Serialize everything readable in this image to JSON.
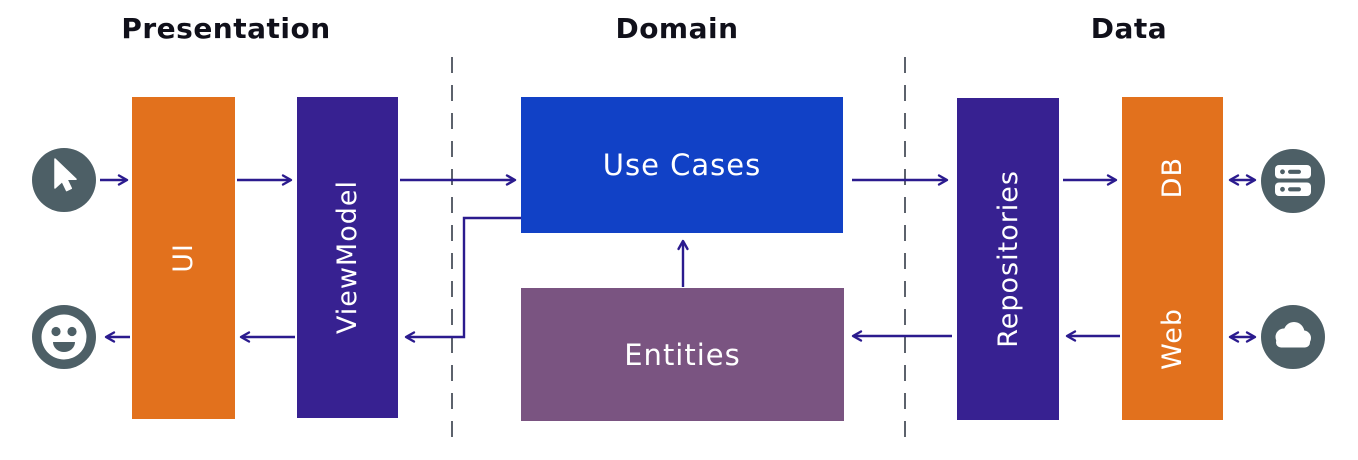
{
  "layers": {
    "presentation": "Presentation",
    "domain": "Domain",
    "data": "Data"
  },
  "boxes": {
    "ui": {
      "label": "UI",
      "color": "#E2711D"
    },
    "viewmodel": {
      "label": "ViewModel",
      "color": "#372191"
    },
    "use_cases": {
      "label": "Use Cases",
      "color": "#1141C6"
    },
    "entities": {
      "label": "Entities",
      "color": "#7A5481"
    },
    "repositories": {
      "label": "Repositories",
      "color": "#372191"
    },
    "data_sources": {
      "labels": [
        "DB",
        "Web"
      ],
      "color": "#E2711D"
    }
  },
  "icons": {
    "user_input": "cursor-icon",
    "user_output": "smiley-icon",
    "db_endpoint": "server-icon",
    "web_endpoint": "cloud-icon"
  },
  "connections": [
    {
      "from": "cursor-icon",
      "to": "ui",
      "direction": "right"
    },
    {
      "from": "ui",
      "to": "viewmodel",
      "direction": "right"
    },
    {
      "from": "viewmodel",
      "to": "use-cases",
      "direction": "right"
    },
    {
      "from": "use-cases",
      "to": "viewmodel",
      "direction": "left",
      "style": "elbow"
    },
    {
      "from": "viewmodel",
      "to": "ui",
      "direction": "left"
    },
    {
      "from": "ui",
      "to": "smiley-icon",
      "direction": "left"
    },
    {
      "from": "entities",
      "to": "use-cases",
      "direction": "up"
    },
    {
      "from": "use-cases",
      "to": "repositories",
      "direction": "right"
    },
    {
      "from": "repositories",
      "to": "entities",
      "direction": "left"
    },
    {
      "from": "repositories",
      "to": "data-sources",
      "direction": "right"
    },
    {
      "from": "data-sources",
      "to": "repositories",
      "direction": "left"
    },
    {
      "from": "data-sources",
      "to": "server-icon",
      "direction": "both"
    },
    {
      "from": "data-sources",
      "to": "cloud-icon",
      "direction": "both"
    }
  ],
  "separators": [
    {
      "between": [
        "presentation",
        "domain"
      ]
    },
    {
      "between": [
        "domain",
        "data"
      ]
    }
  ],
  "colors": {
    "orange": "#E2711D",
    "indigo": "#372191",
    "blue": "#1141C6",
    "mauve": "#7A5481",
    "slate": "#4D5F66",
    "arrow": "#2B1B8E",
    "dash": "#5C626C",
    "heading": "#10101A",
    "boxtext": "#FFFFFF",
    "bg": "#FFFFFF"
  }
}
